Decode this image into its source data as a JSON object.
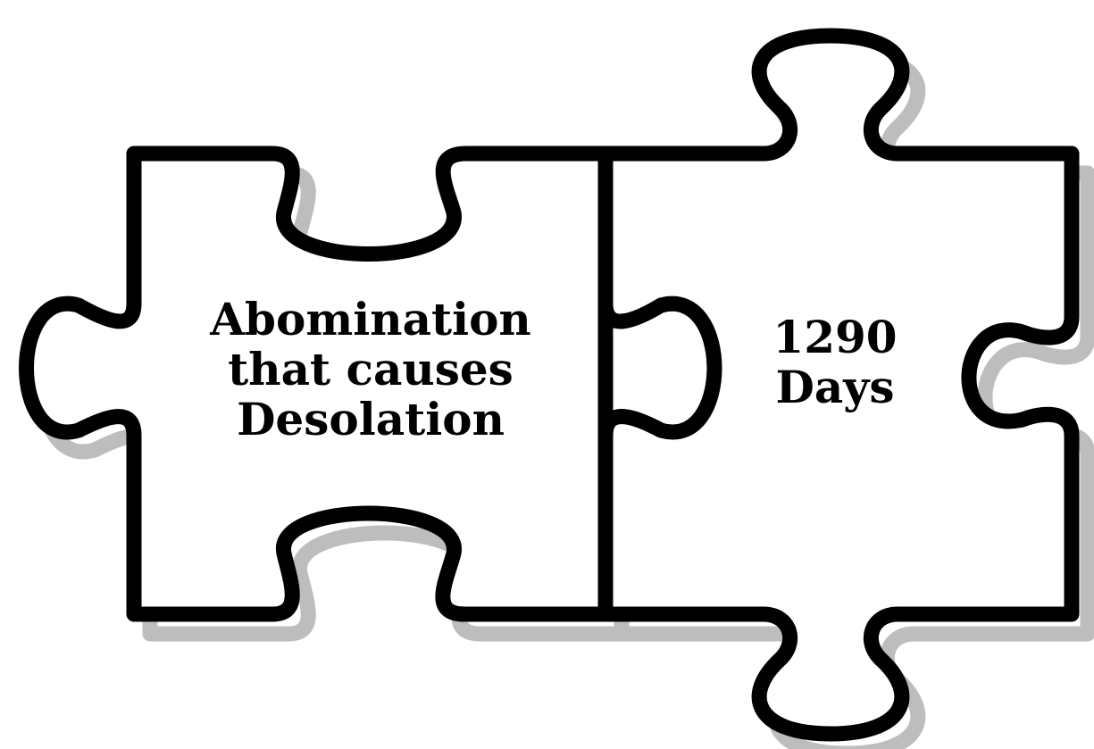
{
  "pieces": [
    {
      "lines": [
        "Abomination",
        "that causes",
        "Desolation"
      ]
    },
    {
      "lines": [
        "1290",
        "Days"
      ]
    }
  ],
  "colors": {
    "outline": "#000000",
    "shadow": "#bdbdbd",
    "fill": "#ffffff",
    "text": "#000000"
  }
}
